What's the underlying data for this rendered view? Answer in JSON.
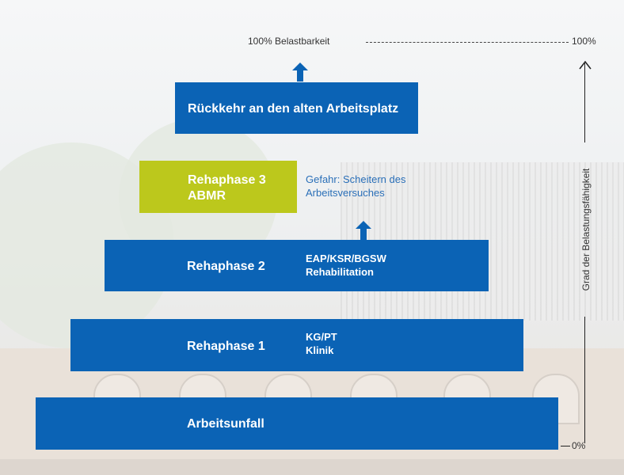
{
  "top": {
    "label": "100% Belastbarkeit",
    "pct_top": "100%",
    "pct_bottom": "0%"
  },
  "axis": {
    "label": "Grad der Belastungsfähigkeit"
  },
  "steps": {
    "goal": {
      "label": "Rückkehr an den alten Arbeitsplatz"
    },
    "phase3": {
      "line1": "Rehaphase 3",
      "line2": "ABMR",
      "note1": "Gefahr: Scheitern des",
      "note2": "Arbeitsversuches"
    },
    "phase2": {
      "label": "Rehaphase 2",
      "sub1": "EAP/KSR/BGSW",
      "sub2": "Rehabilitation"
    },
    "phase1": {
      "label": "Rehaphase 1",
      "sub1": "KG/PT",
      "sub2": "Klinik"
    },
    "accident": {
      "label": "Arbeitsunfall"
    }
  },
  "colors": {
    "blue": "#0b63b5",
    "green": "#bcc81c",
    "note": "#2a6fb8"
  }
}
